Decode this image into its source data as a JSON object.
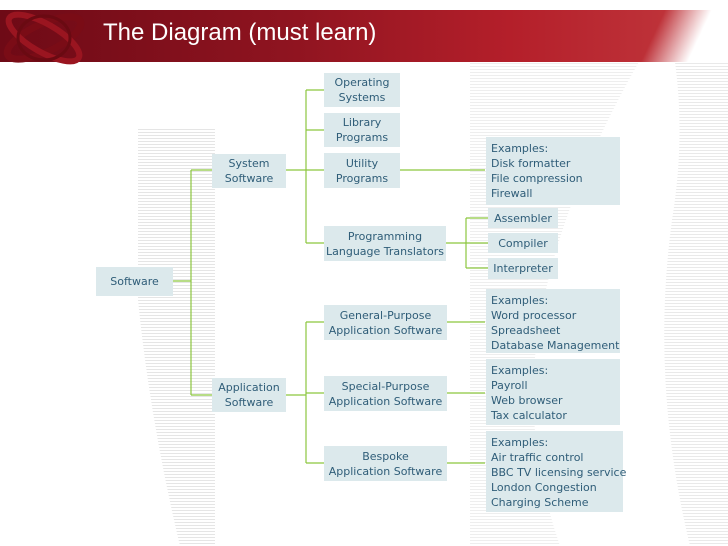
{
  "title": "The Diagram (must learn)",
  "colors": {
    "title_band": "#8f1420",
    "box_fill": "#dce9ec",
    "box_text": "#2f5d78",
    "connector": "#8cc63f"
  },
  "logo_icon": "red-orbit-swirl",
  "nodes": {
    "software": "Software",
    "system_software": "System\nSoftware",
    "application_software": "Application\nSoftware",
    "operating_systems": "Operating\nSystems",
    "library_programs": "Library\nPrograms",
    "utility_programs": "Utility\nPrograms",
    "programming_language_translators": "Programming\nLanguage Translators",
    "assembler": "Assembler",
    "compiler": "Compiler",
    "interpreter": "Interpreter",
    "general_purpose": "General-Purpose\nApplication Software",
    "special_purpose": "Special-Purpose\nApplication Software",
    "bespoke": "Bespoke\nApplication Software"
  },
  "examples": {
    "utility": [
      "Examples:",
      "Disk formatter",
      "File compression",
      "Firewall"
    ],
    "general_purpose": [
      "Examples:",
      "Word processor",
      "Spreadsheet",
      "Database Management"
    ],
    "special_purpose": [
      "Examples:",
      "Payroll",
      "Web browser",
      "Tax calculator"
    ],
    "bespoke": [
      "Examples:",
      "Air traffic control",
      "BBC TV licensing service",
      "London Congestion",
      "Charging Scheme"
    ]
  }
}
